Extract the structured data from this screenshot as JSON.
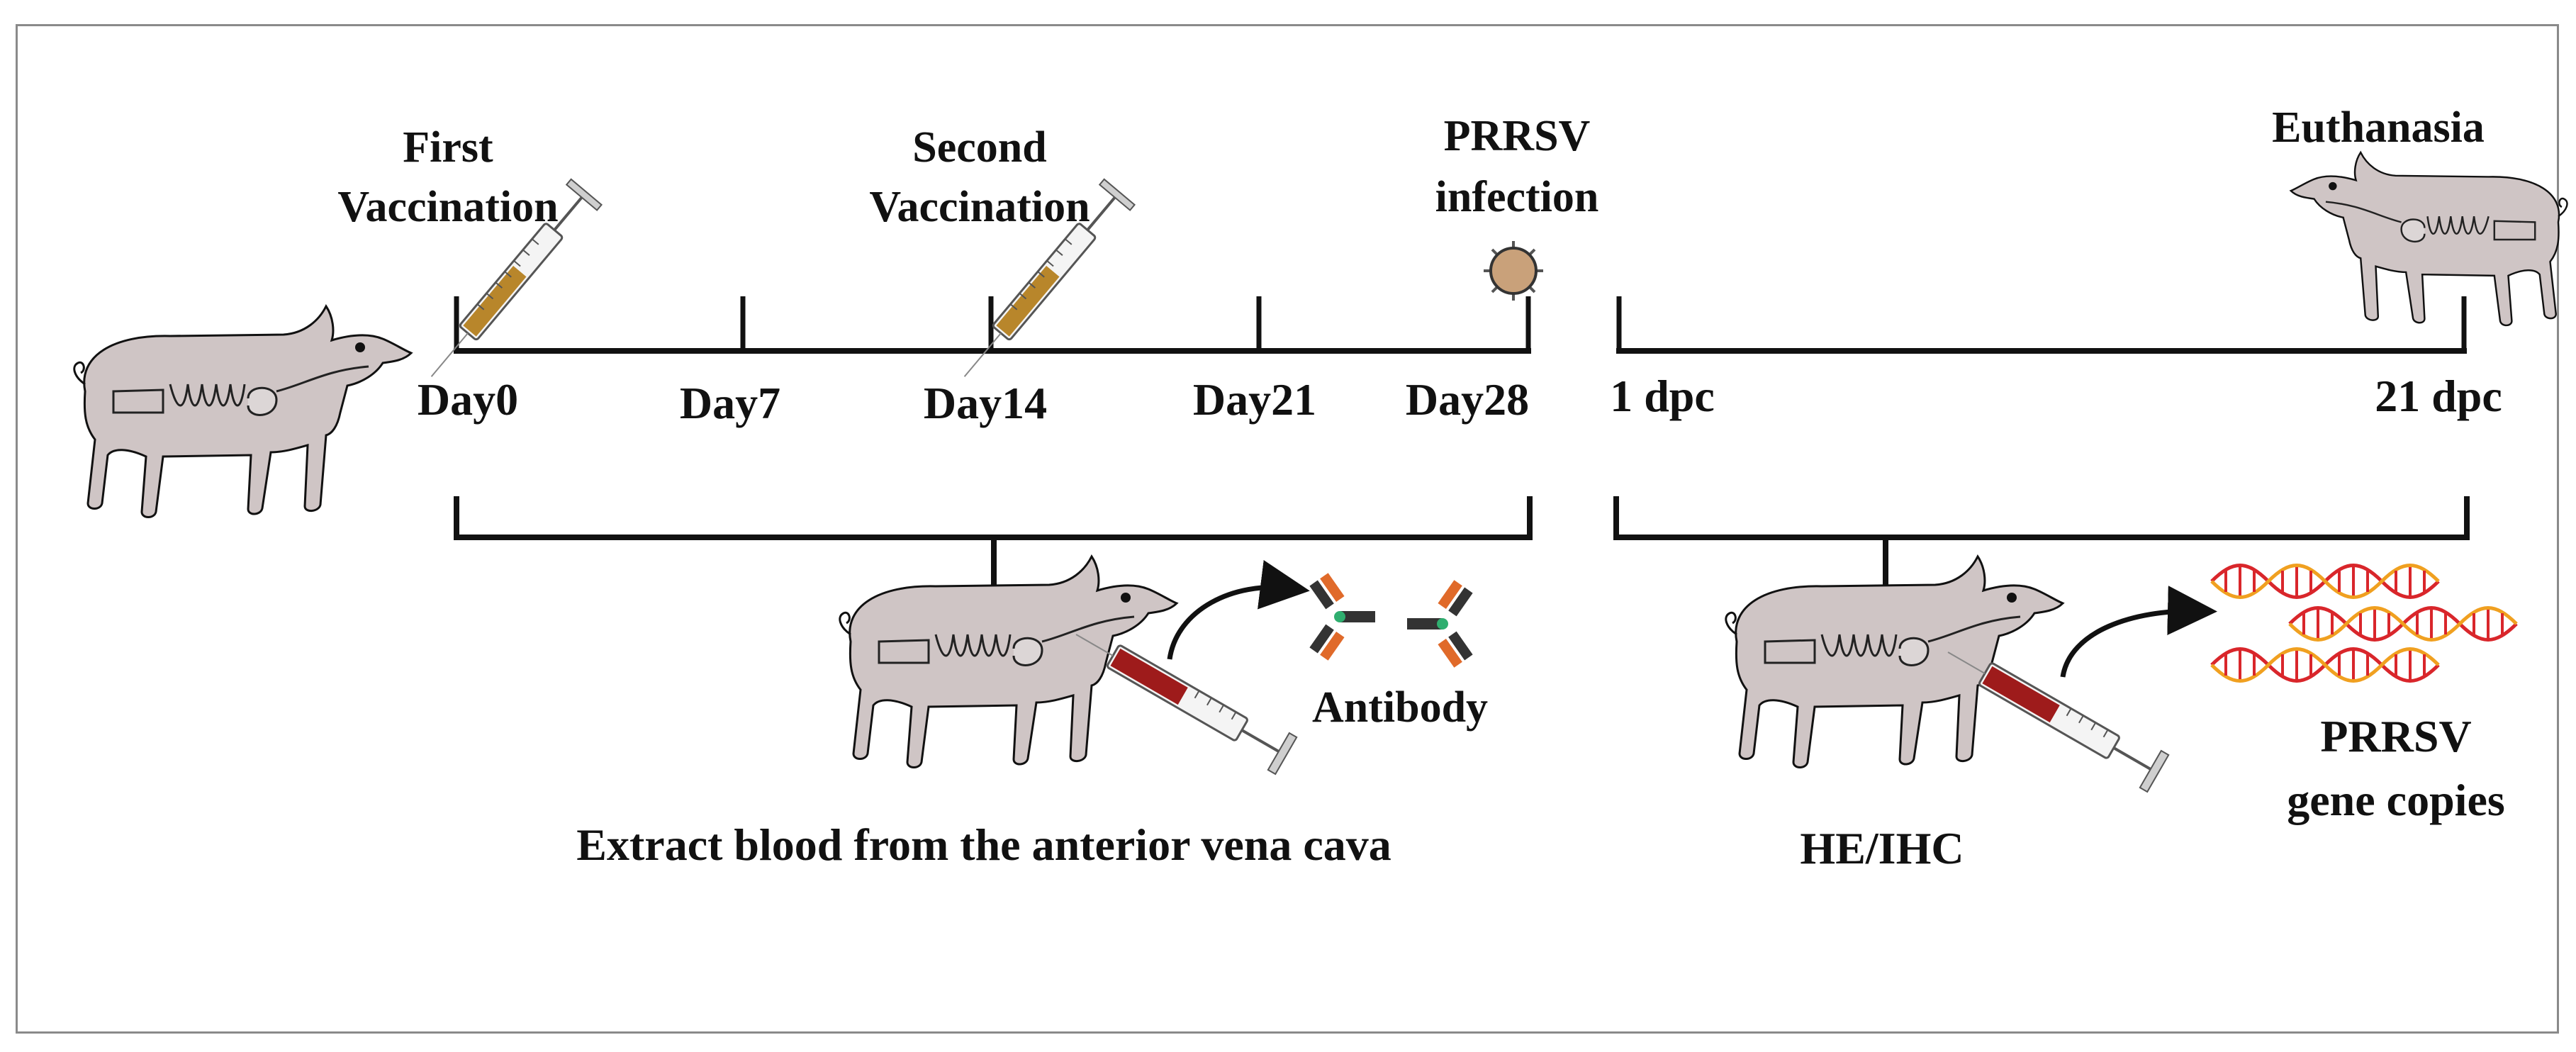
{
  "events": {
    "first_vaccination": [
      "First",
      "Vaccination"
    ],
    "second_vaccination": [
      "Second",
      "Vaccination"
    ],
    "prrsv_infection": [
      "PRRSV",
      "infection"
    ],
    "euthanasia": "Euthanasia"
  },
  "timeline": {
    "days": [
      "Day0",
      "Day7",
      "Day14",
      "Day21",
      "Day28"
    ],
    "dpc": [
      "1 dpc",
      "21 dpc"
    ]
  },
  "sampling": {
    "pre_challenge_label": "Extract blood from the anterior vena cava",
    "pre_challenge_result": "Antibody",
    "post_challenge_label": "HE/IHC",
    "post_challenge_result": [
      "PRRSV",
      "gene copies"
    ]
  },
  "colors": {
    "pig_body": "#cfc5c5",
    "outline": "#111111",
    "vaccine_fluid": "#b8862b",
    "blood_fluid": "#9e1b1b",
    "virus": "#c9a17a",
    "dna_red": "#d9262b",
    "dna_orange": "#f0a020",
    "frame_border": "#8a8a8a"
  },
  "icons": [
    "pig-icon",
    "syringe-icon",
    "virus-icon",
    "antibody-icon",
    "dna-icon",
    "arrow-icon"
  ]
}
